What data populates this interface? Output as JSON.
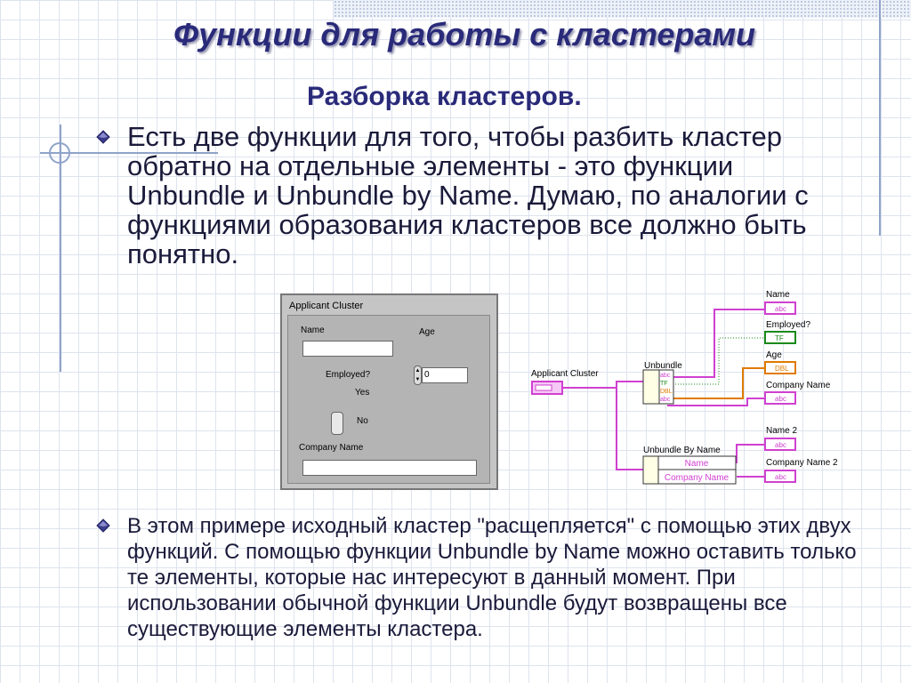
{
  "slide": {
    "title": "Функции для работы с кластерами",
    "subtitle": "Разборка кластеров.",
    "bullet1": "Есть две функции для того, чтобы разбить кластер обратно на отдельные элементы - это функции Unbundle  и Unbundle by Name. Думаю, по аналогии с функциями образования кластеров все должно быть понятно.",
    "bullet2": "В этом примере исходный кластер \"расщепляется\" с помощью этих двух функций. С помощью функции Unbundle by Name можно оставить только те элементы, которые нас интересуют в данный момент. При использовании обычной функции Unbundle будут возвращены все существующие элементы кластера."
  },
  "front_panel": {
    "title": "Applicant Cluster",
    "name_label": "Name",
    "age_label": "Age",
    "age_value": "0",
    "employed_label": "Employed?",
    "yes_label": "Yes",
    "no_label": "No",
    "company_label": "Company Name"
  },
  "block_diagram": {
    "source_label": "Applicant Cluster",
    "unbundle_label": "Unbundle",
    "unbundle_by_name_label": "Unbundle By Name",
    "unbundle_terminals": [
      "abc",
      "TF",
      "DBL",
      "abc"
    ],
    "ubn_items": [
      "Name",
      "Company Name"
    ],
    "indicators": {
      "name": "Name",
      "employed": "Employed?",
      "age": "Age",
      "company": "Company Name",
      "name2": "Name 2",
      "company2": "Company Name 2"
    },
    "type_abc": "abc",
    "type_tf": "TF",
    "type_dbl": "DBL",
    "colors": {
      "string": "#d040d0",
      "boolean": "#1a8a1a",
      "numeric": "#e07b00"
    }
  }
}
